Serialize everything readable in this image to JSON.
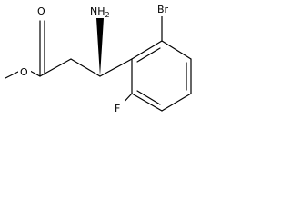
{
  "molecule": {
    "atom_labels": {
      "carbonyl_oxygen": "O",
      "ester_oxygen": "O",
      "amine": "NH",
      "amine_subscript": "2",
      "bromine": "Br",
      "fluorine": "F"
    },
    "bond_color": "#000000",
    "background_color": "#ffffff"
  }
}
